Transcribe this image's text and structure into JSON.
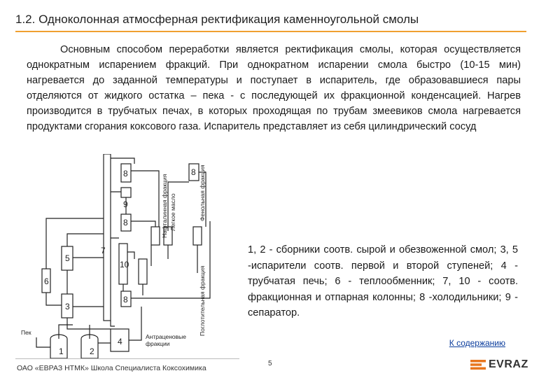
{
  "slide": {
    "title": "1.2. Одноколонная атмосферная ректификация каменноугольной смолы",
    "paragraph": "Основным способом переработки является ректификация смолы, которая осуществляется однократным испарением фракций. При однократном испарении смола быстро (10-15 мин) нагревается до заданной температуры и поступает в испаритель, где образовавшиеся пары отделяются от жидкого остатка – пека - с последующей их фракционной конденсацией. Нагрев производится в трубчатых печах, в которых проходящая по трубам змеевиков смола нагревается продуктами сгорания коксового газа. Испаритель представляет из себя цилиндрический сосуд",
    "caption": "1, 2 - сборники соотв. сырой и обезвоженной смол; 3, 5 -испарители соотв. первой и второй ступеней; 4 - трубчатая печь; 6 - теплообменник; 7, 10 - соотв. фракционная и отпарная колонны; 8 -холодильники; 9 - сепаратор.",
    "toc_link": "К содержанию"
  },
  "diagram": {
    "numbers": [
      "1",
      "2",
      "3",
      "4",
      "5",
      "6",
      "7",
      "8",
      "8",
      "8",
      "8",
      "9",
      "10"
    ],
    "labels": {
      "naphthalene": "Нафталинная фракция",
      "light_oil": "Легкое масло",
      "phenol": "Фенольная фракция",
      "absorption": "Поглотительная фракция",
      "anthracene": "Антраценовые фракции",
      "pitch": "Пек"
    }
  },
  "footer": {
    "organization": "ОАО «ЕВРАЗ НТМК» Школа Специалиста Коксохимика",
    "page_number": "5",
    "logo_text": "EVRAZ"
  },
  "colors": {
    "accent": "#f0a030",
    "logo": "#e8761e",
    "link": "#0a3c9c"
  }
}
